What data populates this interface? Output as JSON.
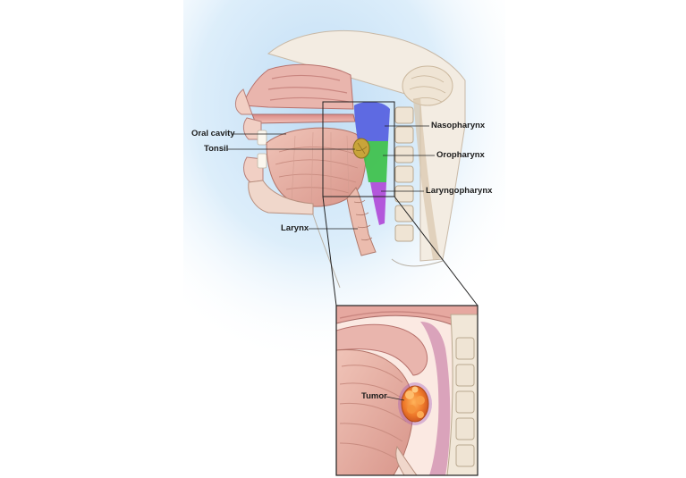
{
  "labels": {
    "oral_cavity": "Oral cavity",
    "tonsil": "Tonsil",
    "larynx": "Larynx",
    "nasopharynx": "Nasopharynx",
    "oropharynx": "Oropharynx",
    "laryngopharynx": "Laryngopharynx",
    "tumor": "Tumor"
  },
  "region_colors": {
    "nasopharynx": "#5560e0",
    "oropharynx": "#3cc04a",
    "laryngopharynx": "#b04ad8",
    "tonsil": "#c8a43a",
    "tumor": "#e8782a",
    "background_glow": "#cfe6f8",
    "tissue_pink": "#e9a9a0",
    "muscle": "#e6b3a6",
    "bone": "#efe6d8"
  }
}
